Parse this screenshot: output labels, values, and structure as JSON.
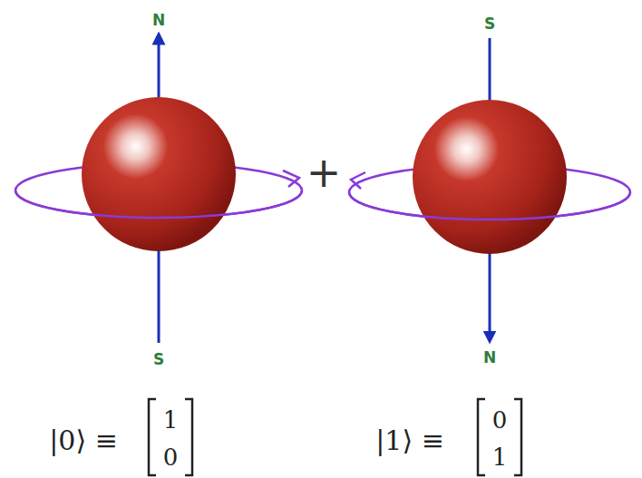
{
  "diagram": {
    "labels": [
      "N",
      "S",
      "+",
      "S",
      "N",
      "|0⟩ ≡",
      "1",
      "0",
      "|1⟩ ≡",
      "0",
      "1"
    ]
  }
}
